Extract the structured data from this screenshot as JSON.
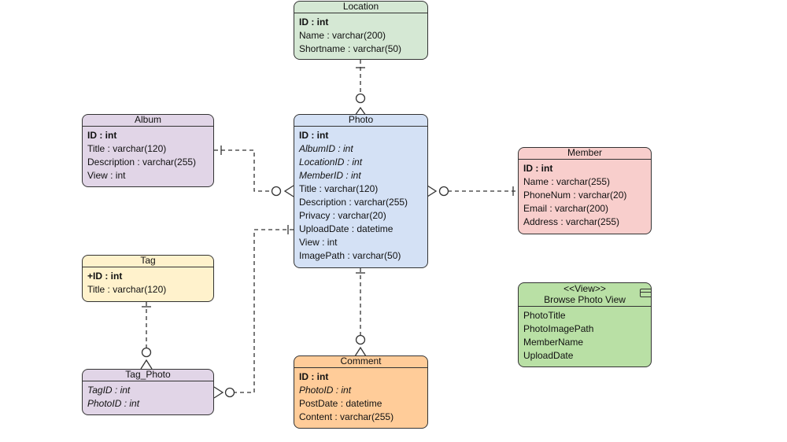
{
  "entities": {
    "location": {
      "title": "Location",
      "color": "#d5e8d4",
      "fields": [
        "ID : int",
        "Name : varchar(200)",
        "Shortname : varchar(50)"
      ]
    },
    "album": {
      "title": "Album",
      "color": "#e1d5e7",
      "fields": [
        "ID : int",
        "Title : varchar(120)",
        "Description : varchar(255)",
        "View : int"
      ]
    },
    "photo": {
      "title": "Photo",
      "color": "#d4e1f5",
      "fields": [
        "ID : int",
        "AlbumID : int",
        "LocationID : int",
        "MemberID : int",
        "Title : varchar(120)",
        "Description : varchar(255)",
        "Privacy : varchar(20)",
        "UploadDate : datetime",
        "View : int",
        "ImagePath : varchar(50)"
      ]
    },
    "member": {
      "title": "Member",
      "color": "#f8cecc",
      "fields": [
        "ID : int",
        "Name : varchar(255)",
        "PhoneNum : varchar(20)",
        "Email : varchar(200)",
        "Address : varchar(255)"
      ]
    },
    "tag": {
      "title": "Tag",
      "color": "#fff2cc",
      "fields": [
        "+ID : int",
        "Title : varchar(120)"
      ]
    },
    "tag_photo": {
      "title": "Tag_Photo",
      "color": "#e1d5e7",
      "fields": [
        "TagID : int",
        "PhotoID : int"
      ]
    },
    "comment": {
      "title": "Comment",
      "color": "#ffcc99",
      "fields": [
        "ID : int",
        "PhotoID : int",
        "PostDate : datetime",
        "Content : varchar(255)"
      ]
    },
    "browse_photo_view": {
      "stereotype": "<<View>>",
      "title": "Browse Photo View",
      "color": "#b9e0a5",
      "fields": [
        "PhotoTitle",
        "PhotoImagePath",
        "MemberName",
        "UploadDate"
      ]
    }
  },
  "relationships": [
    {
      "from": "location",
      "to": "photo",
      "from_end": "one",
      "to_end": "zero-or-many"
    },
    {
      "from": "album",
      "to": "photo",
      "from_end": "one",
      "to_end": "zero-or-many"
    },
    {
      "from": "member",
      "to": "photo",
      "from_end": "one",
      "to_end": "zero-or-many"
    },
    {
      "from": "photo",
      "to": "comment",
      "from_end": "one",
      "to_end": "zero-or-many"
    },
    {
      "from": "photo",
      "to": "tag_photo",
      "from_end": "one",
      "to_end": "zero-or-many"
    },
    {
      "from": "tag",
      "to": "tag_photo",
      "from_end": "one",
      "to_end": "zero-or-many"
    }
  ]
}
